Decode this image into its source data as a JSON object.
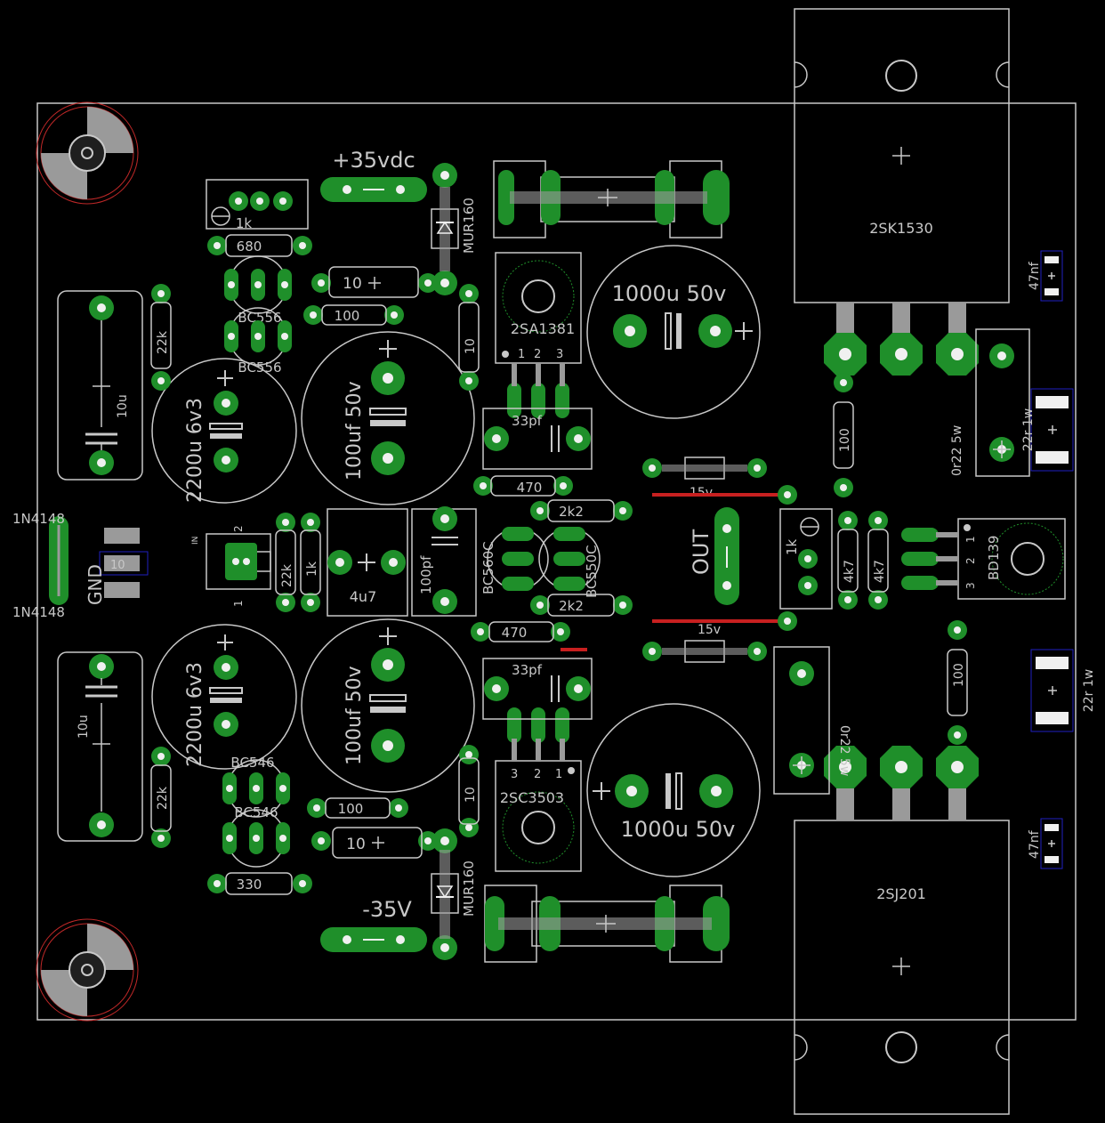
{
  "colors": {
    "background": "#000000",
    "silkscreen": "#c8c8c8",
    "pad": "#1f8f2a",
    "pad_hole": "#f0f0f0",
    "copper_trace": "#c82020",
    "mount_ring": "#c02828",
    "mount_quadrant": "#9a9a9a",
    "smd_outline": "#2020c0"
  },
  "labels": {
    "supply_pos": "+35vdc",
    "supply_neg": "-35V",
    "out": "OUT",
    "gnd": "GND",
    "in": "IN",
    "d_top": "1N4148",
    "d_bot": "1N4148",
    "r_gnd": "10",
    "mur_top": "MUR160",
    "mur_bot": "MUR160",
    "q_2sk": "2SK1530",
    "q_2sj": "2SJ201",
    "q_2sa": "2SA1381",
    "q_2sc": "2SC3503",
    "q_bd": "BD139",
    "c_1000_top": "1000u 50v",
    "c_1000_bot": "1000u 50v",
    "c_100uf_top": "100uf 50v",
    "c_100uf_bot": "100uf 50v",
    "c_2200_top": "2200u 6v3",
    "c_2200_bot": "2200u 6v3",
    "c_10u_top": "10u",
    "c_10u_bot": "10u",
    "c_4u7": "4u7",
    "c_100pf": "100pf",
    "c_33pf_top": "33pf",
    "c_33pf_bot": "33pf",
    "c_47nf_top": "47nf",
    "c_47nf_bot": "47nf",
    "r_22r1w_top": "22r 1w",
    "r_22r1w_bot": "22r 1w",
    "r_0r22_top": "0r22 5w",
    "r_0r22_bot": "0r22 5w",
    "r_1k_top": "1k",
    "r_1k_bias": "1k",
    "r_680": "680",
    "r_330": "330",
    "r_10_top": "10",
    "r_10_bot": "10",
    "r_100_top": "100",
    "r_100_bot": "100",
    "r_10v_top": "10",
    "r_10v_bot": "10",
    "r_22k_left_top": "22k",
    "r_22k_left_bot": "22k",
    "r_22k_in": "22k",
    "r_1k_in": "1k",
    "r_470_top": "470",
    "r_470_bot": "470",
    "r_2k2_top": "2k2",
    "r_2k2_bot": "2k2",
    "r_100_gate_top": "100",
    "r_100_gate_bot": "100",
    "r_4k7_a": "4k7",
    "r_4k7_b": "4k7",
    "z_top": "15v",
    "z_bot": "15v",
    "q_bc556_a": "BC556",
    "q_bc556_b": "BC556",
    "q_bc546_a": "BC546",
    "q_bc546_b": "BC546",
    "q_bc560c": "BC560C",
    "q_bc550c": "BC550C",
    "pin1": "1",
    "pin2": "2",
    "pin3": "3"
  }
}
